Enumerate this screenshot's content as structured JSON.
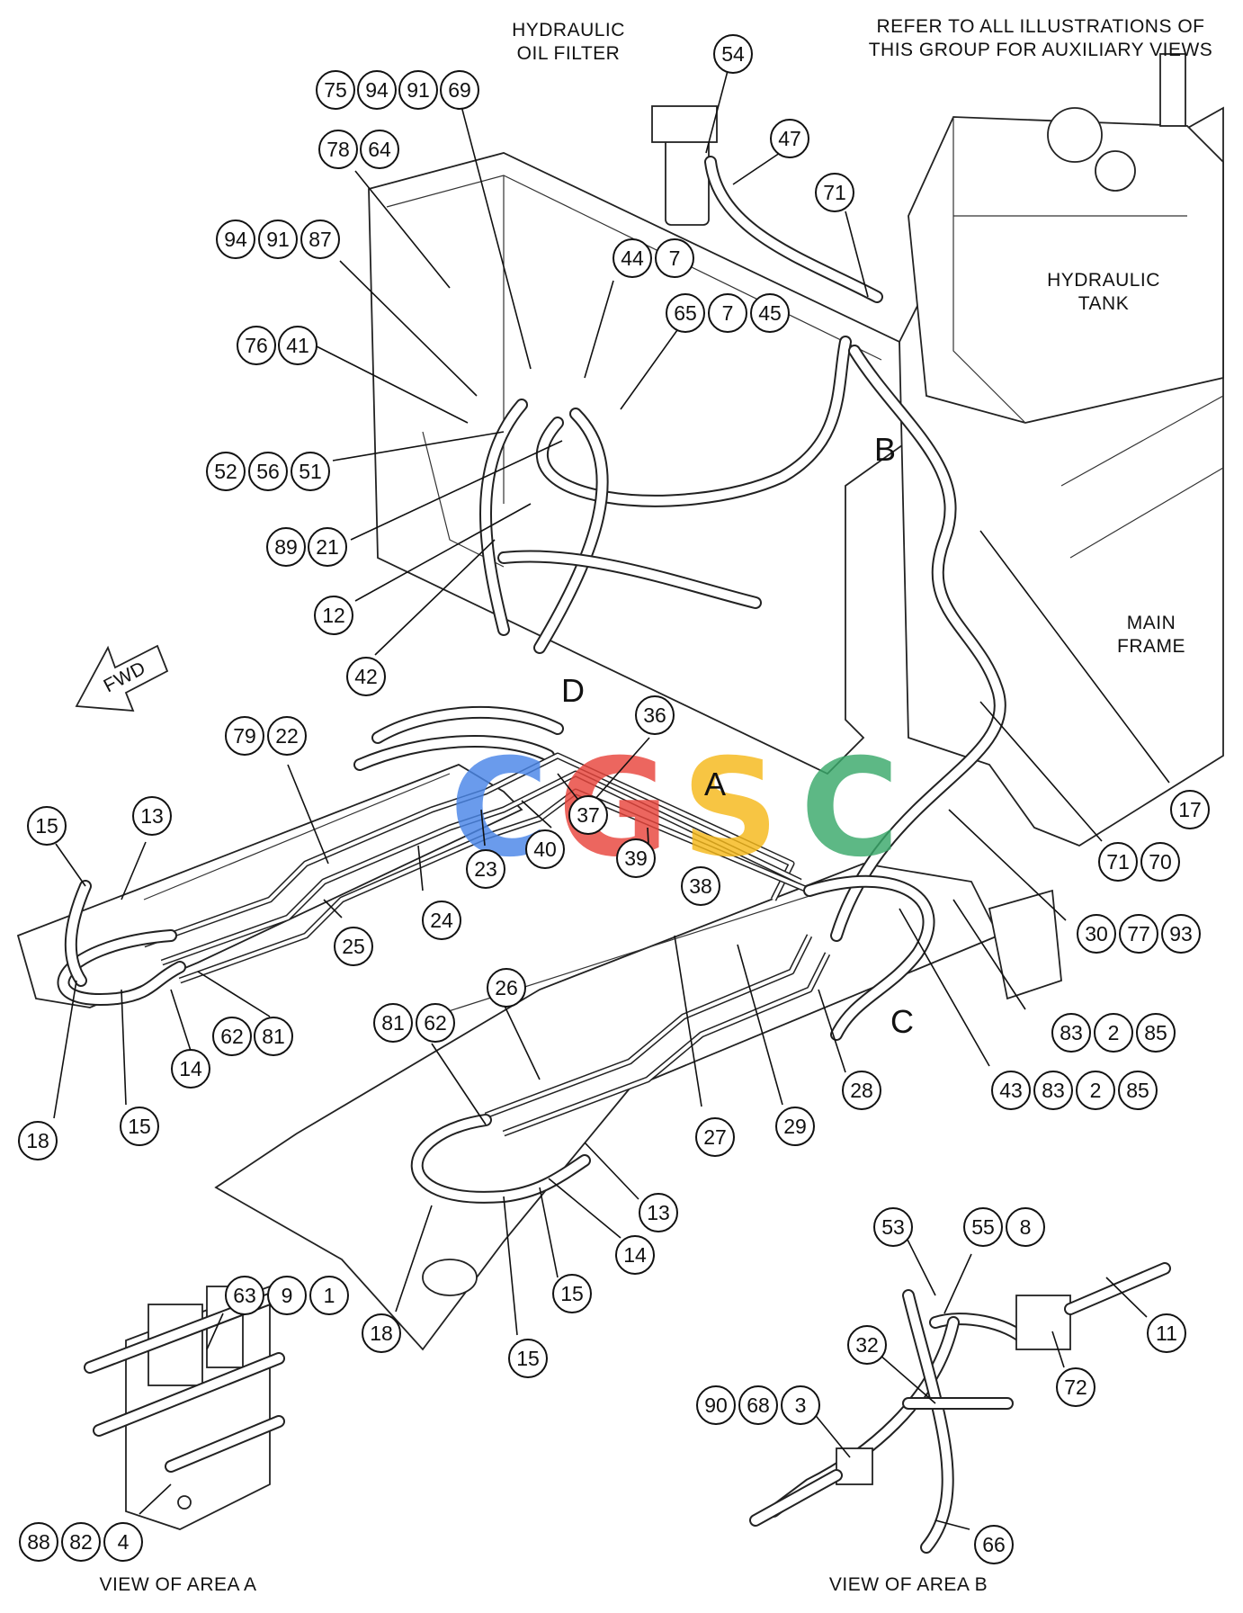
{
  "labels": {
    "hydraulic_oil_filter": [
      "HYDRAULIC",
      "OIL FILTER"
    ],
    "refer_note": [
      "REFER TO ALL ILLUSTRATIONS OF",
      "THIS GROUP FOR AUXILIARY VIEWS"
    ],
    "hydraulic_tank": [
      "HYDRAULIC",
      "TANK"
    ],
    "main_frame": [
      "MAIN",
      "FRAME"
    ],
    "fwd": "FWD",
    "view_area_a": "VIEW OF AREA A",
    "view_area_b": "VIEW OF AREA B",
    "area_letters": [
      "A",
      "B",
      "C",
      "D"
    ]
  },
  "watermark": {
    "letters": [
      "C",
      "G",
      "S",
      "C"
    ],
    "colors": [
      "#4a86e8",
      "#e8453c",
      "#f6b91a",
      "#3aa96b"
    ]
  },
  "callouts": {
    "c1": [
      "75",
      "94",
      "91",
      "69"
    ],
    "c2": [
      "54"
    ],
    "c3": [
      "78",
      "64"
    ],
    "c4": [
      "47"
    ],
    "c5": [
      "71"
    ],
    "c6": [
      "94",
      "91",
      "87"
    ],
    "c7": [
      "44",
      "7"
    ],
    "c8": [
      "65",
      "7",
      "45"
    ],
    "c9": [
      "76",
      "41"
    ],
    "c10": [
      "52",
      "56",
      "51"
    ],
    "c11": [
      "89",
      "21"
    ],
    "c12": [
      "12"
    ],
    "c13": [
      "42"
    ],
    "c14": [
      "36"
    ],
    "c15": [
      "79",
      "22"
    ],
    "c16": [
      "15"
    ],
    "c17": [
      "13"
    ],
    "c18": [
      "37"
    ],
    "c19": [
      "23"
    ],
    "c20": [
      "40"
    ],
    "c21": [
      "39"
    ],
    "c22": [
      "38"
    ],
    "c23": [
      "17"
    ],
    "c24": [
      "71",
      "70"
    ],
    "c25": [
      "24"
    ],
    "c26": [
      "25"
    ],
    "c27": [
      "62",
      "81"
    ],
    "c28": [
      "14"
    ],
    "c29": [
      "15"
    ],
    "c30": [
      "18"
    ],
    "c31": [
      "30",
      "77",
      "93"
    ],
    "c32": [
      "26"
    ],
    "c33": [
      "81",
      "62"
    ],
    "c34": [
      "83",
      "2",
      "85"
    ],
    "c35": [
      "43",
      "83",
      "2",
      "85"
    ],
    "c36": [
      "28"
    ],
    "c37": [
      "27"
    ],
    "c38": [
      "29"
    ],
    "c39": [
      "13"
    ],
    "c40": [
      "14"
    ],
    "c41": [
      "15"
    ],
    "c42": [
      "18"
    ],
    "c43": [
      "15"
    ],
    "c44": [
      "63",
      "9",
      "1"
    ],
    "c45": [
      "88",
      "82",
      "4"
    ],
    "c46": [
      "53"
    ],
    "c47": [
      "55",
      "8"
    ],
    "c48": [
      "11"
    ],
    "c49": [
      "32"
    ],
    "c50": [
      "72"
    ],
    "c51": [
      "90",
      "68",
      "3"
    ],
    "c52": [
      "66"
    ]
  }
}
